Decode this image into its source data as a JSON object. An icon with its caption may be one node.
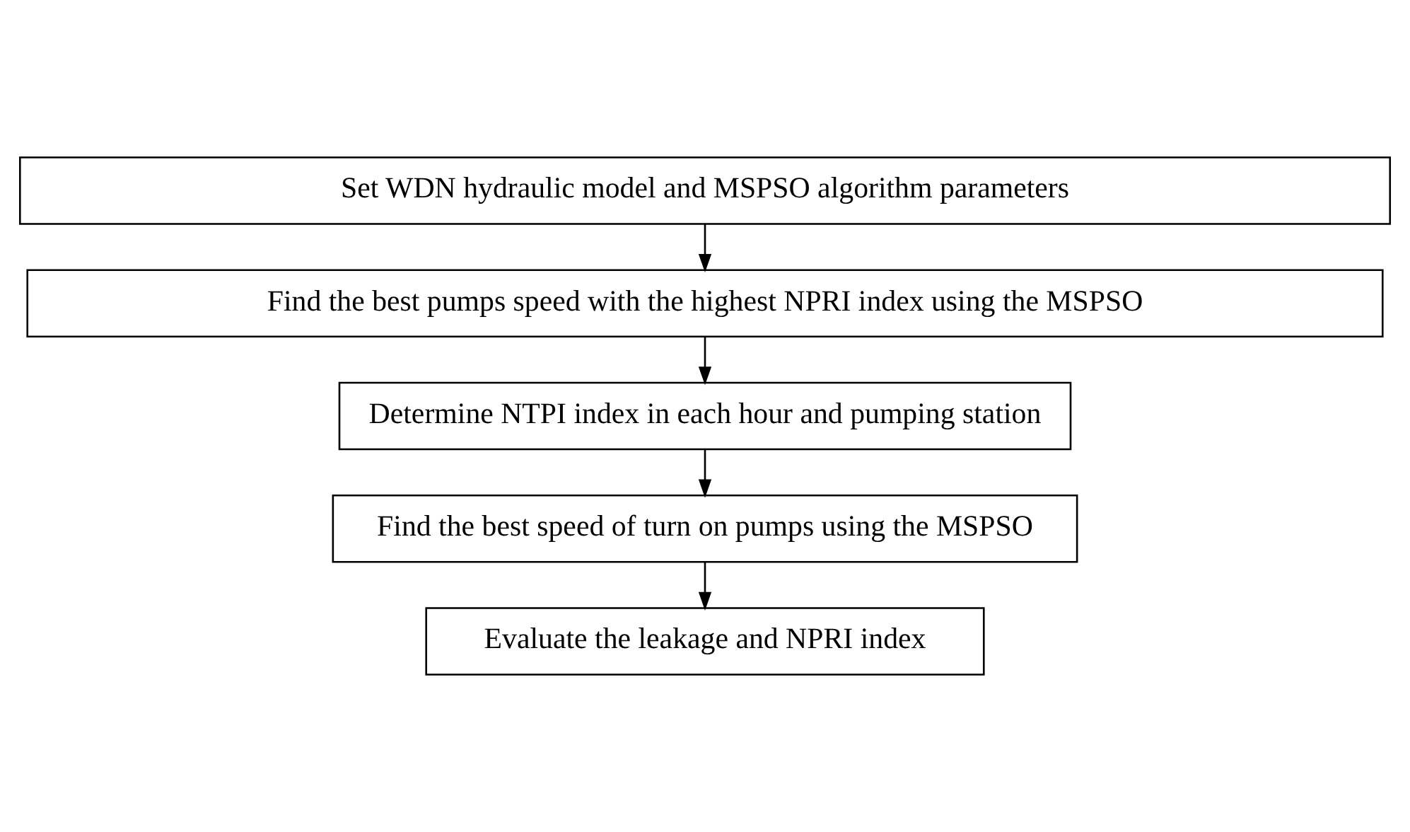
{
  "diagram": {
    "nodes": [
      {
        "text": [
          "Set WDN hydraulic model and MSPSO algorithm parameters"
        ]
      },
      {
        "text": [
          "Find the best pumps speed with the highest NPRI index using the MSPSO"
        ]
      },
      {
        "text": [
          "Determine NTPI index in each hour and pumping station"
        ]
      },
      {
        "text": [
          "Find the best speed of turn on pumps using the MSPSO"
        ]
      },
      {
        "text": [
          "Evaluate the leakage and NPRI index"
        ]
      }
    ],
    "edges": [
      {
        "from": 0,
        "to": 1,
        "arrow": "to"
      },
      {
        "from": 1,
        "to": 2,
        "arrow": "to"
      },
      {
        "from": 2,
        "to": 3,
        "arrow": "to"
      },
      {
        "from": 3,
        "to": 4,
        "arrow": "to"
      }
    ]
  }
}
